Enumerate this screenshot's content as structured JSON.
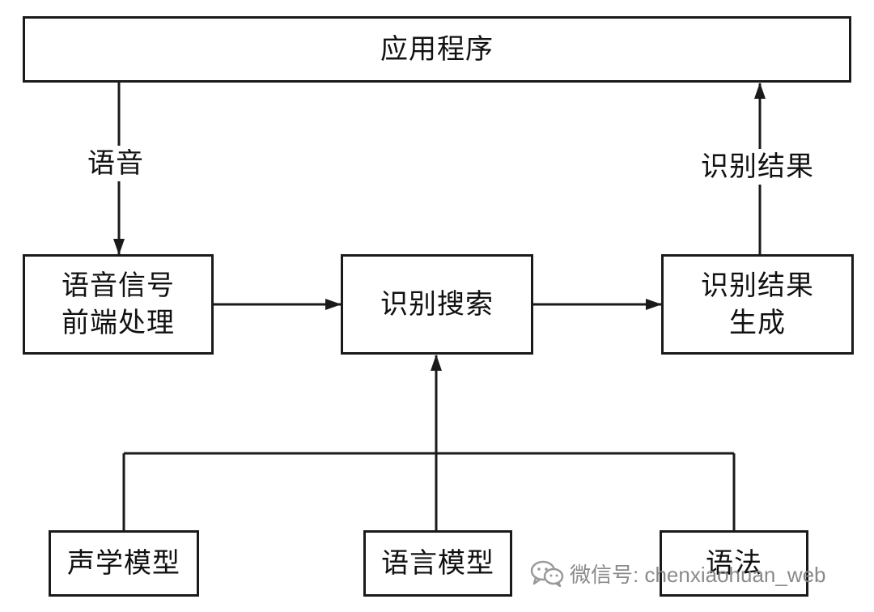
{
  "diagram": {
    "nodes": {
      "application": {
        "label": "应用程序"
      },
      "frontend": {
        "lines": [
          "语音信号",
          "前端处理"
        ]
      },
      "search": {
        "label": "识别搜索"
      },
      "result_gen": {
        "lines": [
          "识别结果",
          "生成"
        ]
      },
      "acoustic_model": {
        "label": "声学模型"
      },
      "language_model": {
        "label": "语言模型"
      },
      "grammar": {
        "label": "语法"
      }
    },
    "edges": {
      "speech_label": "语音",
      "result_label": "识别结果"
    }
  },
  "watermark": {
    "icon": "wechat-icon",
    "text": "微信号: chenxiaohuan_web"
  }
}
